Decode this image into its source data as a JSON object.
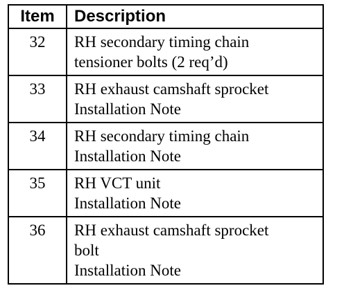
{
  "table": {
    "headers": {
      "item": "Item",
      "description": "Description"
    },
    "rows": [
      {
        "item": "32",
        "description_lines": [
          "RH secondary timing chain",
          "tensioner bolts (2 req’d)"
        ]
      },
      {
        "item": "33",
        "description_lines": [
          "RH exhaust camshaft sprocket",
          "Installation Note"
        ]
      },
      {
        "item": "34",
        "description_lines": [
          "RH secondary timing chain",
          "Installation Note"
        ]
      },
      {
        "item": "35",
        "description_lines": [
          "RH VCT unit",
          "Installation Note"
        ]
      },
      {
        "item": "36",
        "description_lines": [
          "RH exhaust camshaft sprocket",
          "bolt",
          "Installation Note"
        ]
      }
    ]
  }
}
